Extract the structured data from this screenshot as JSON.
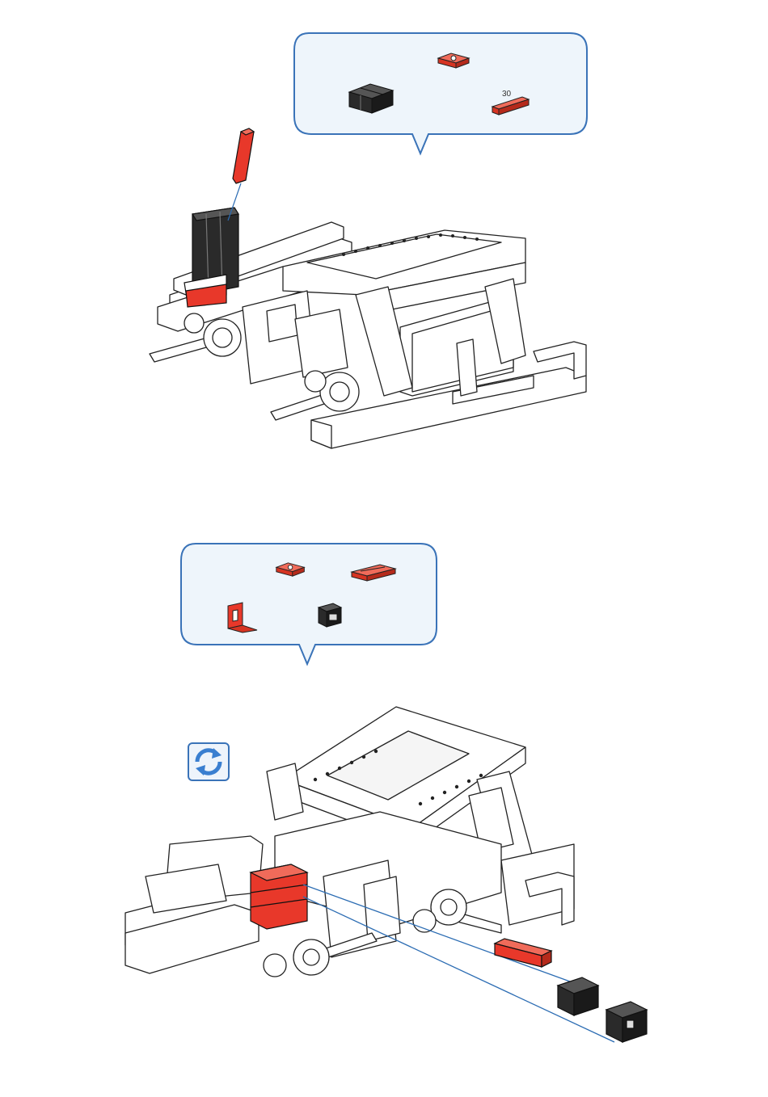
{
  "step1": {
    "callout": {
      "parts": [
        {
          "name": "red-base-plate",
          "color": "#e8382a"
        },
        {
          "name": "black-building-block-cluster",
          "color": "#2a2a2a"
        },
        {
          "name": "red-building-block-30",
          "color": "#e8382a",
          "label": "30"
        }
      ]
    }
  },
  "step2": {
    "callout": {
      "parts": [
        {
          "name": "red-base-plate",
          "color": "#e8382a"
        },
        {
          "name": "red-strip",
          "color": "#e8382a"
        },
        {
          "name": "red-angle-block",
          "color": "#e8382a"
        },
        {
          "name": "black-clip-block",
          "color": "#2a2a2a"
        }
      ]
    },
    "rotate_icon": "rotate-icon"
  },
  "colors": {
    "callout_fill": "#eef5fb",
    "callout_border": "#3a73b8",
    "part_red": "#e8382a",
    "part_black": "#2a2a2a",
    "guide_line": "#2b6cb3"
  }
}
